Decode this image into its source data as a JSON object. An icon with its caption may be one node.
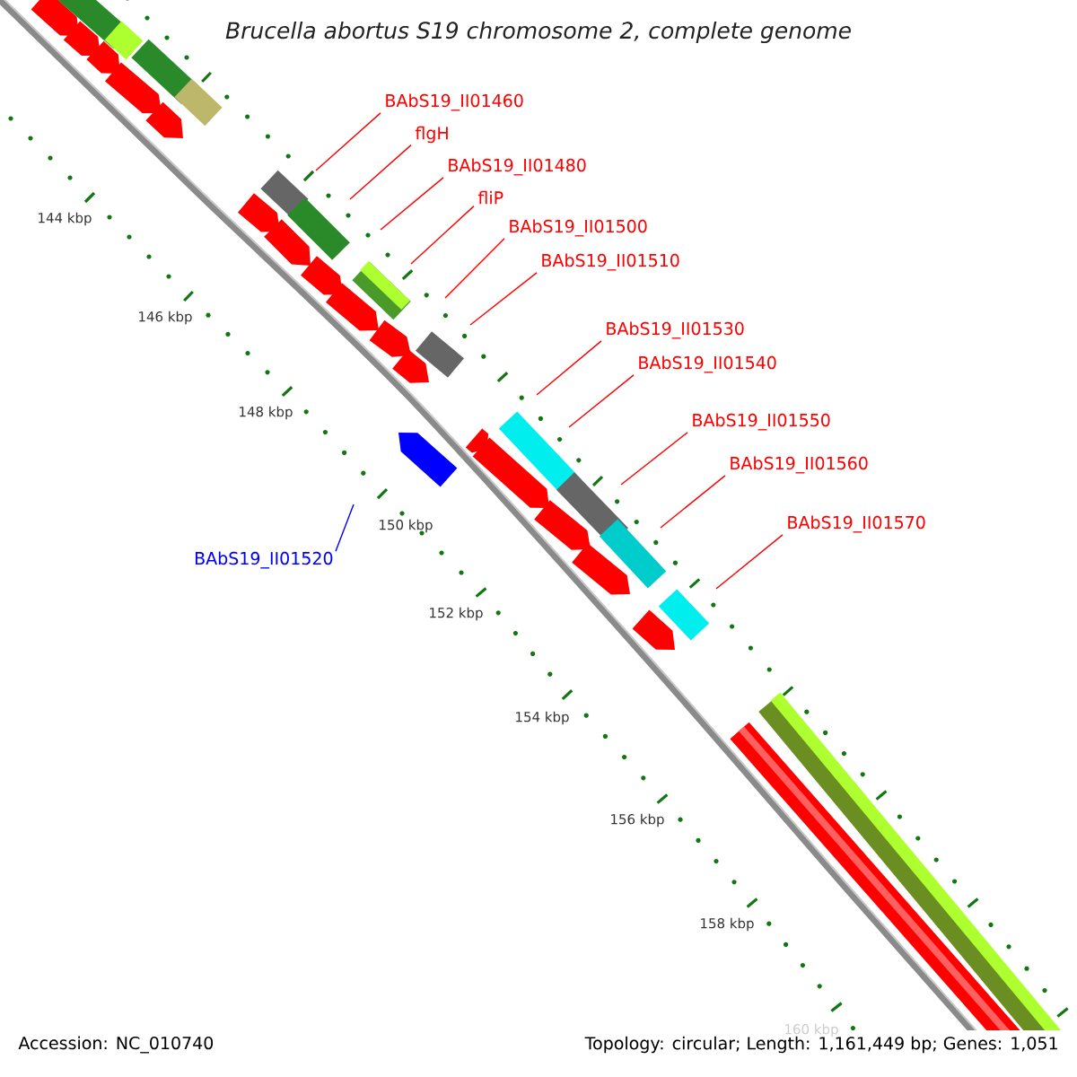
{
  "diagram": {
    "title": "Brucella abortus S19 chromosome 2, complete genome",
    "nodes": [
      {
        "text": [
          "BAbS19_II01460"
        ]
      },
      {
        "text": [
          "flgH"
        ]
      },
      {
        "text": [
          "BAbS19_II01480"
        ]
      },
      {
        "text": [
          "fliP"
        ]
      },
      {
        "text": [
          "BAbS19_II01500"
        ]
      },
      {
        "text": [
          "BAbS19_II01510"
        ]
      },
      {
        "text": [
          "BAbS19_II01530"
        ]
      },
      {
        "text": [
          "BAbS19_II01540"
        ]
      },
      {
        "text": [
          "BAbS19_II01550"
        ]
      },
      {
        "text": [
          "BAbS19_II01560"
        ]
      },
      {
        "text": [
          "BAbS19_II01570"
        ]
      },
      {
        "text": [
          "BAbS19_II01520"
        ]
      }
    ],
    "edges": [
      {
        "from": 0,
        "to": null,
        "arrow": "none"
      },
      {
        "from": 1,
        "to": null,
        "arrow": "none"
      },
      {
        "from": 2,
        "to": null,
        "arrow": "none"
      },
      {
        "from": 3,
        "to": null,
        "arrow": "none"
      },
      {
        "from": 4,
        "to": null,
        "arrow": "none"
      },
      {
        "from": 5,
        "to": null,
        "arrow": "none"
      },
      {
        "from": 6,
        "to": null,
        "arrow": "none"
      },
      {
        "from": 7,
        "to": null,
        "arrow": "none"
      },
      {
        "from": 8,
        "to": null,
        "arrow": "none"
      },
      {
        "from": 9,
        "to": null,
        "arrow": "none"
      },
      {
        "from": 10,
        "to": null,
        "arrow": "none"
      },
      {
        "from": 11,
        "to": null,
        "arrow": "none",
        "color": "#0000ff"
      }
    ],
    "labels": [
      "144 kbp",
      "146 kbp",
      "148 kbp",
      "150 kbp",
      "152 kbp",
      "154 kbp",
      "156 kbp",
      "158 kbp",
      "160 kbp",
      "Accession: NC_010740",
      "Topology: circular; Length: 1,161,449 bp; Genes: 1,051"
    ]
  }
}
